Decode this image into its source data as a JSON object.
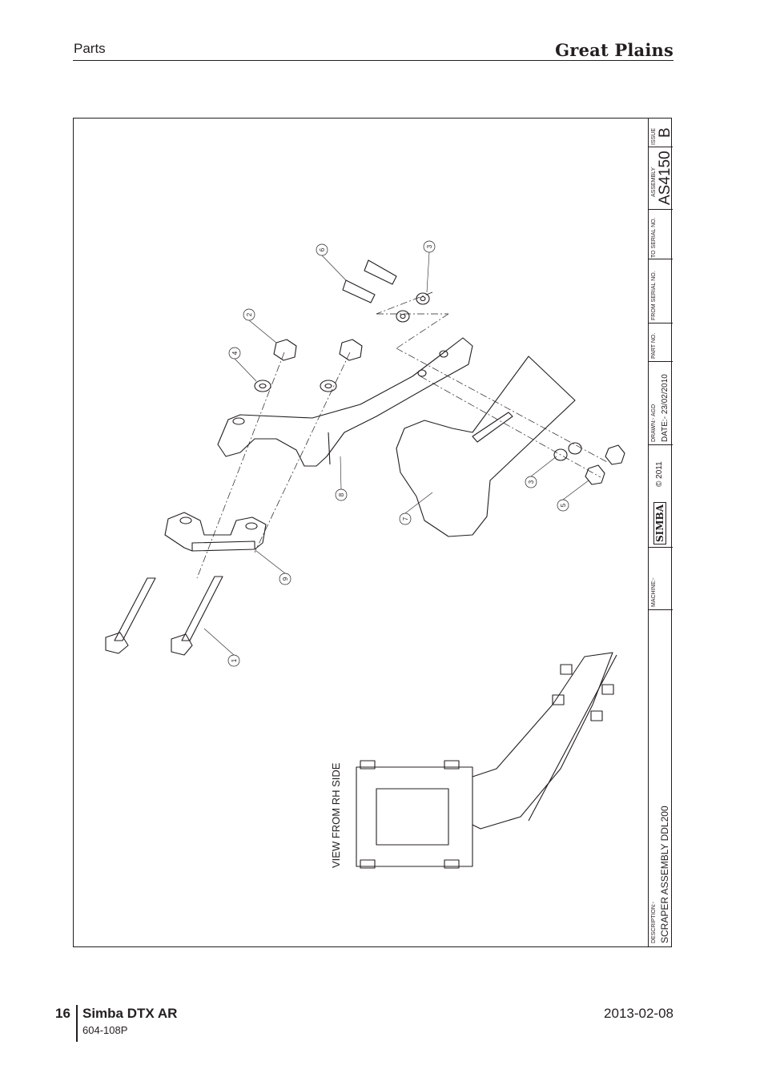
{
  "header": {
    "section": "Parts",
    "brand": "Great Plains"
  },
  "drawing": {
    "view_label": "VIEW FROM RH SIDE",
    "callouts": [
      "1",
      "2",
      "3",
      "3",
      "4",
      "5",
      "6",
      "7",
      "8",
      "9"
    ]
  },
  "title_block": {
    "issue_label": "ISSUE",
    "issue_value": "B",
    "assembly_label": "ASSEMBLY",
    "assembly_value": "AS4150",
    "to_serial_label": "TO SERIAL NO.",
    "from_serial_label": "FROM SERIAL NO.",
    "part_no_label": "PART NO.",
    "drawn_label": "DRAWN:-  AGD",
    "date_label": "DATE:-  23/02/2010",
    "logo_text": "SIMBA",
    "copyright": "© 2011",
    "machine_label": "MACHINE:-",
    "description_label": "DESCRIPTION:-",
    "description_value": "SCRAPER ASSEMBLY DDL200"
  },
  "footer": {
    "page_number": "16",
    "product": "Simba DTX AR",
    "doc_number": "604-108P",
    "date": "2013-02-08"
  }
}
